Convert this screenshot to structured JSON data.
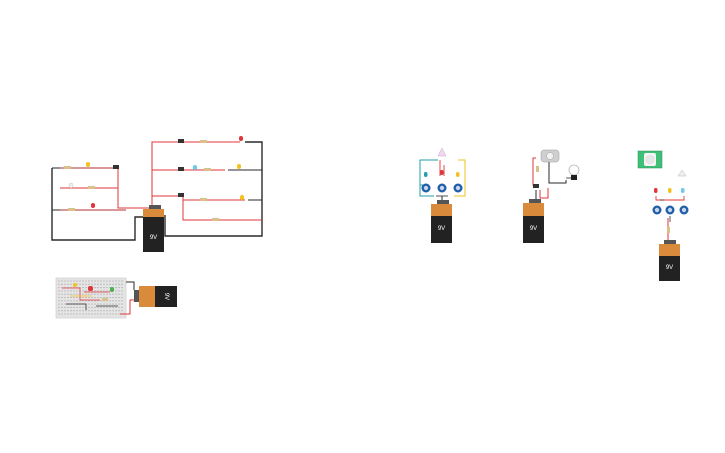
{
  "canvas": {
    "background": "#ffffff",
    "wire_red": "#e0363a",
    "wire_black": "#2a2a2a",
    "wire_teal": "#22a0a8",
    "wire_yellow": "#f3c21d",
    "battery_body": "#222222",
    "battery_cap": "#d98a3a"
  },
  "batteries": [
    {
      "id": "circuit-1",
      "label": "9V"
    },
    {
      "id": "breadboard",
      "label": "9V"
    },
    {
      "id": "potentiometer-circuit",
      "label": "9V"
    },
    {
      "id": "motor-lamp-circuit",
      "label": "9V"
    },
    {
      "id": "pir-circuit",
      "label": "9V"
    }
  ]
}
